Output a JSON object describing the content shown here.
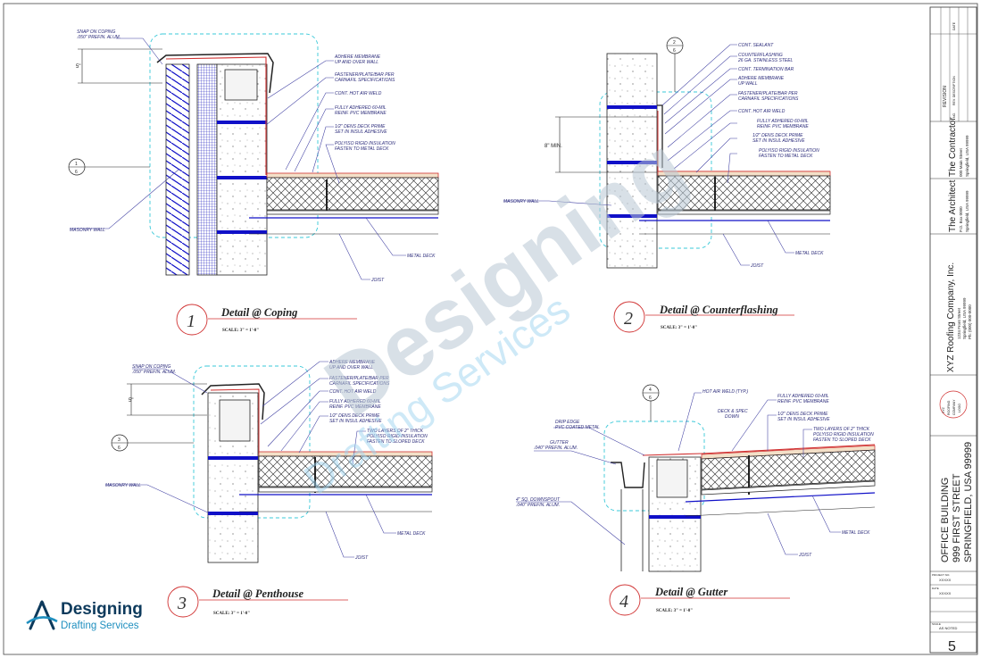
{
  "details": [
    {
      "number": "1",
      "title": "Detail @ Coping",
      "scale": "SCALE: 3\" = 1'-0\"",
      "section_mark": {
        "top": "1",
        "bottom": "6"
      },
      "dimension": "5\"",
      "labels": [
        "SNAP ON COPING",
        ".050\" PREFIN. ALUM.",
        "ADHERE MEMBRANE",
        "UP AND OVER WALL",
        "FASTENER/PLATE/BAR PER",
        "CARNAFIL SPECIFICATIONS",
        "CONT. HOT AIR WELD",
        "FULLY ADHERED 60-MIL",
        "REINF. PVC MEMBRANE",
        "1/2\" DENS DECK PRIME",
        "SET IN INSUL ADHESIVE",
        "POLYISO RIGID INSULATION",
        "FASTEN TO METAL DECK",
        "MASONRY WALL",
        "METAL DECK",
        "JOIST"
      ]
    },
    {
      "number": "2",
      "title": "Detail @ Counterflashing",
      "scale": "SCALE: 3\" = 1'-0\"",
      "section_mark": {
        "top": "2",
        "bottom": "6"
      },
      "dimension": "8\" MIN.",
      "labels": [
        "CONT. SEALANT",
        "COUNTERFLASHING",
        "26 GA. STAINLESS STEEL",
        "CONT. TERMINATION BAR",
        "ADHERE MEMBRANE",
        "UP WALL",
        "FASTENER/PLATE/BAR PER",
        "CARNAFIL SPECIFICATIONS",
        "CONT. HOT AIR WELD",
        "FULLY ADHERED 60-MIL",
        "REINF. PVC MEMBRANE",
        "1/2\" DENS DECK PRIME",
        "SET IN INSUL ADHESIVE",
        "POLYISO RIGID INSULATION",
        "FASTEN TO METAL DECK",
        "MASONRY WALL",
        "METAL DECK",
        "JOIST"
      ]
    },
    {
      "number": "3",
      "title": "Detail @ Penthouse",
      "scale": "SCALE: 3\" = 1'-0\"",
      "section_mark": {
        "top": "3",
        "bottom": "6"
      },
      "dimension": "5\"",
      "labels": [
        "SNAP ON COPING",
        ".050\" PREFIN. ALUM.",
        "ADHERE MEMBRANE",
        "UP AND OVER WALL",
        "FASTENER/PLATE/BAR PER",
        "CARNAFIL SPECIFICATIONS",
        "CONT. HOT AIR WELD",
        "FULLY ADHERED 60-MIL",
        "REINF. PVC MEMBRANE",
        "1/2\" DENS DECK PRIME",
        "SET IN INSUL ADHESIVE",
        "TWO LAYERS OF 2\" THICK",
        "POLYISO RIGID INSULATION",
        "FASTEN TO SLOPED DECK",
        "MASONRY WALL",
        "METAL DECK",
        "JOIST"
      ]
    },
    {
      "number": "4",
      "title": "Detail @ Gutter",
      "scale": "SCALE: 3\" = 1'-0\"",
      "section_mark": {
        "top": "4",
        "bottom": "6"
      },
      "dimension": "",
      "labels": [
        "HOT AIR WELD (TYP.)",
        "DRIP EDGE",
        "PVC COATED METAL",
        "DECK & SPEC",
        "DOWN",
        "GUTTER",
        ".040\" PREFIN. ALUM.",
        "4\" SQ. DOWNSPOUT",
        ".040\" PREFIN. ALUM.",
        "FULLY ADHERED 60-MIL",
        "REINF. PVC MEMBRANE",
        "1/2\" DENS DECK PRIME",
        "SET IN INSUL ADHESIVE",
        "TWO LAYERS OF 2\" THICK",
        "POLYISO RIGID INSULATION",
        "FASTEN TO SLOPED DECK",
        "METAL DECK",
        "JOIST"
      ]
    }
  ],
  "title_block": {
    "revision_header": "REVISION",
    "revision_cols": [
      "NO.",
      "REV. DESCRIPTION",
      "DATE"
    ],
    "contractor": {
      "name": "The Contractor",
      "line1": "000 Main Street",
      "line2": "Springfield, USA 99999"
    },
    "architect": {
      "name": "The Architect",
      "line1": "P.O. Box 0000",
      "line2": "Springfield, USA 99999"
    },
    "company": {
      "name": "XYZ Roofing Company, Inc.",
      "line1": "1234 Front Street",
      "line2": "Springfield, USA 99999",
      "line3": "Ph: (000) 000-0000"
    },
    "stamp": [
      "XYZ",
      "ROOFING",
      "COMPANY",
      "LOGO"
    ],
    "project": {
      "line1": "OFFICE BUILDING",
      "line2": "999 FIRST STREET",
      "line3": "SPRINGFIELD, USA 99999"
    },
    "fields": [
      {
        "label": "PROJECT NO.",
        "value": "XXXXX"
      },
      {
        "label": "DATE",
        "value": "XXXXX"
      },
      {
        "label": "SCALE",
        "value": "AS NOTED"
      }
    ],
    "sheet_number": "5"
  },
  "watermark": {
    "main": "Designing",
    "sub": "Drafting Services"
  },
  "logo": {
    "name": "Designing",
    "sub": "Drafting Services"
  },
  "colors": {
    "line": "#1a1a1a",
    "blue": "#1010c8",
    "leader": "#3c3ca0",
    "cyan": "#38c8d8",
    "red": "#d03030",
    "brand_dark": "#0d3a5c",
    "brand_light": "#1f8fbf"
  }
}
